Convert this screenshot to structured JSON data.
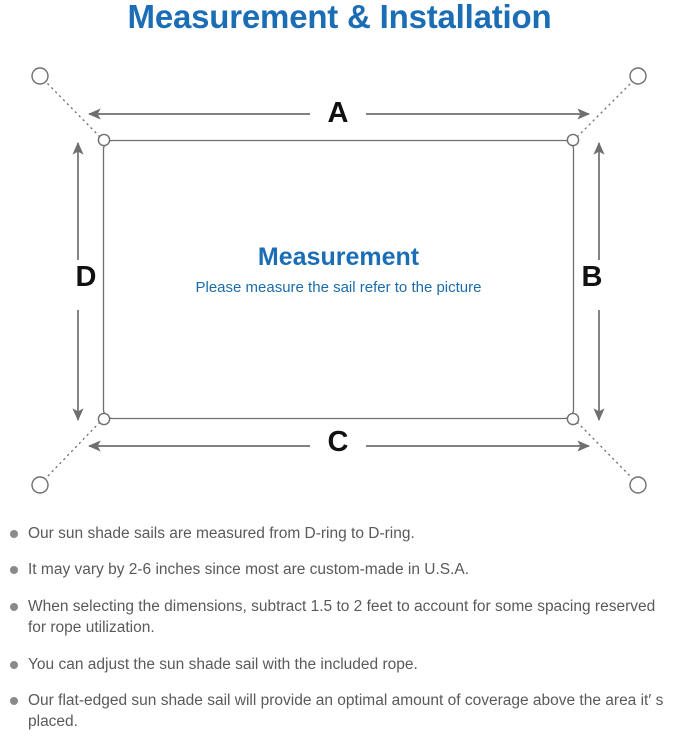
{
  "page": {
    "title": "Measurement & Installation",
    "title_color": "#1b6eb5",
    "background_color": "#ffffff"
  },
  "diagram": {
    "name": "sun-shade-sail-measurement-diagram",
    "sail": {
      "heading": "Measurement",
      "subheading": "Please measure the sail refer to the picture",
      "heading_color": "#1b6eb5",
      "border_color": "#6f6f6f"
    },
    "dimension_labels": {
      "top": "A",
      "right": "B",
      "bottom": "C",
      "left": "D"
    },
    "anchor_points": [
      {
        "position": "top-left"
      },
      {
        "position": "top-right"
      },
      {
        "position": "bottom-left"
      },
      {
        "position": "bottom-right"
      }
    ],
    "d_rings": [
      {
        "position": "top-left"
      },
      {
        "position": "top-right"
      },
      {
        "position": "bottom-left"
      },
      {
        "position": "bottom-right"
      }
    ],
    "line_color": "#6f6f6f",
    "arrow_color": "#6f6f6f"
  },
  "notes": {
    "bullet_color": "#8a8a8a",
    "text_color": "#5a5a5a",
    "items": [
      "Our sun shade sails are measured from D-ring to D-ring.",
      "It may vary by 2-6 inches since most are custom-made in U.S.A.",
      "When selecting the dimensions, subtract 1.5 to 2 feet to account for some spacing reserved for rope utilization.",
      "You can adjust the sun shade sail with the included rope.",
      "Our flat-edged sun shade sail will provide an optimal amount of coverage above the area it′ s placed."
    ]
  }
}
